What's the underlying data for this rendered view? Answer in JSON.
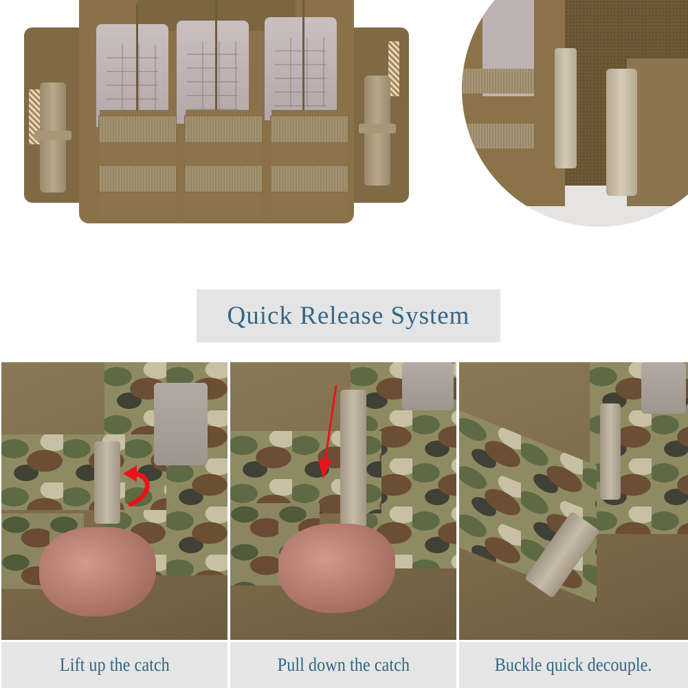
{
  "header": {
    "title": "Quick Release System"
  },
  "top_images": [
    {
      "alt": "plate carrier with three magazine pouches and side quick-release buckles"
    },
    {
      "alt": "close-up of side quick-release buckle"
    }
  ],
  "steps": [
    {
      "label": "Lift up the catch",
      "annotation": "curved-red-arrow"
    },
    {
      "label": "Pull down the catch",
      "annotation": "straight-red-arrow-down"
    },
    {
      "label": "Buckle quick decouple.",
      "annotation": ""
    }
  ],
  "colors": {
    "title_text": "#336686",
    "banner_bg": "#e4e4e4",
    "label_bg": "#e6e6e6",
    "arrow": "#e8141b"
  }
}
